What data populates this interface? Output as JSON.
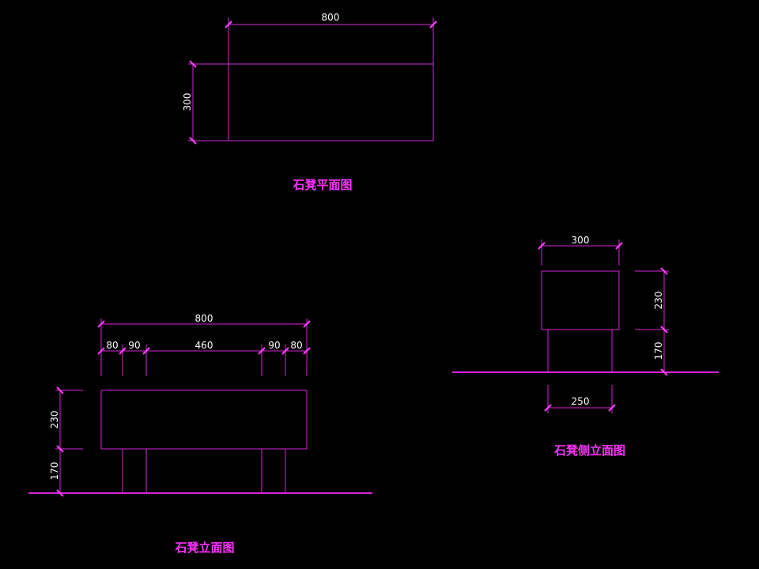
{
  "plan": {
    "title": "石凳平面图",
    "dims": {
      "width": "800",
      "depth": "300"
    }
  },
  "front_elevation": {
    "title": "石凳立面图",
    "dims": {
      "total": "800",
      "segments": [
        "80",
        "90",
        "460",
        "90",
        "80"
      ],
      "seat_height": "230",
      "leg_height": "170"
    }
  },
  "side_elevation": {
    "title": "石凳侧立面图",
    "dims": {
      "width": "300",
      "seat_height": "230",
      "leg_height": "170",
      "leg_span": "250"
    }
  },
  "colors": {
    "line": "#d824d8",
    "title": "#ff33ff",
    "dimension_text": "#ffffff",
    "background": "#000000"
  }
}
